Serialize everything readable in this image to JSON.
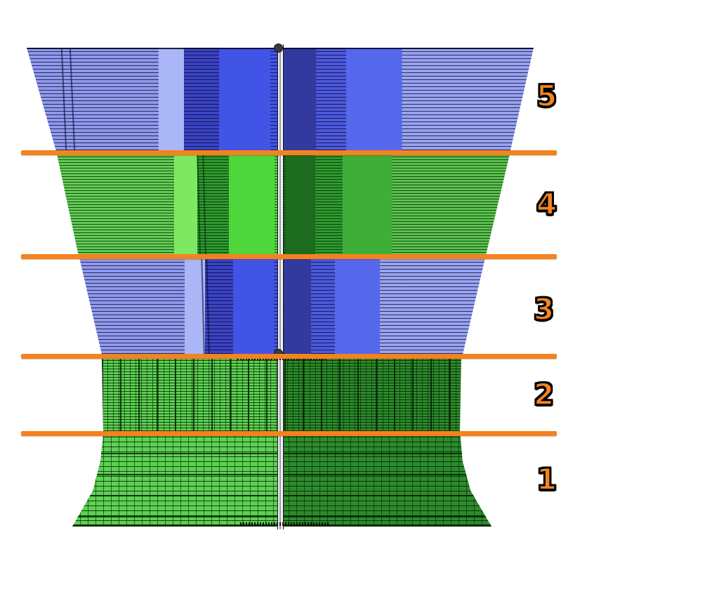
{
  "figure": {
    "zones": [
      {
        "label": "5",
        "scheme": "blue"
      },
      {
        "label": "4",
        "scheme": "green"
      },
      {
        "label": "3",
        "scheme": "blue"
      },
      {
        "label": "2",
        "scheme": "green"
      },
      {
        "label": "1",
        "scheme": "green"
      }
    ],
    "divider_count": 4
  },
  "colors": {
    "background": "#FFFFFF",
    "divider": "#F5821F",
    "label_fill": "#F6851F",
    "label_outline": "#000000",
    "blue_base": "#8F99EC",
    "blue_light": "#98A2F0",
    "blue_mid": "#4254E6",
    "blue_dark": "#333A9E",
    "green_base": "#63CC55",
    "green_bright": "#4ED63C",
    "green_mid": "#3FAE38",
    "green_dark": "#1D6B1E"
  }
}
